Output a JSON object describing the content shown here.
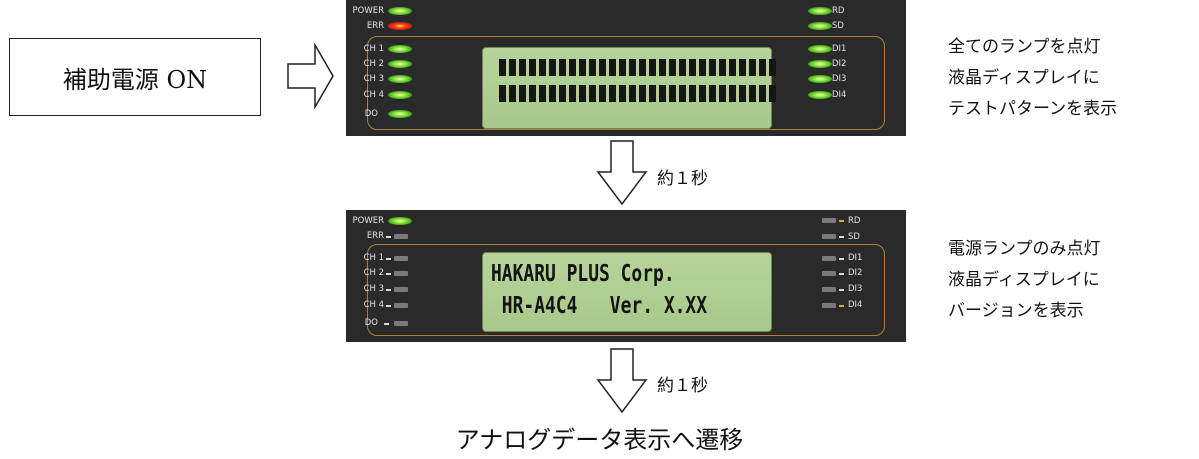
{
  "start_box": {
    "label": "補助電源 ON"
  },
  "panel_labels": {
    "power": "POWER",
    "err": "ERR",
    "ch1": "CH 1",
    "ch2": "CH 2",
    "ch3": "CH 3",
    "ch4": "CH 4",
    "do": "DO",
    "rd": "RD",
    "sd": "SD",
    "di1": "DI1",
    "di2": "DI2",
    "di3": "DI3",
    "di4": "DI4"
  },
  "panel1": {
    "state": "all lamps lit; LCD test pattern",
    "lcd_bar_columns": 28
  },
  "panel2": {
    "state": "power lamp only; LCD version",
    "lcd_line1": "HAKARU PLUS Corp.",
    "lcd_line2": " HR-A4C4   Ver. X.XX"
  },
  "descriptions": {
    "step1": [
      "全てのランプを点灯",
      "液晶ディスプレイに",
      "テストパターンを表示"
    ],
    "step2": [
      "電源ランプのみ点灯",
      "液晶ディスプレイに",
      "バージョンを表示"
    ]
  },
  "arrows": {
    "delay1": "約１秒",
    "delay2": "約１秒"
  },
  "final_step": "アナログデータ表示へ遷移",
  "colors": {
    "panel_bg": "#2a2a2a",
    "frame": "#b08040",
    "lcd": "#b6d49a",
    "led_green": "#8fe640",
    "led_red": "#ff3a10"
  }
}
